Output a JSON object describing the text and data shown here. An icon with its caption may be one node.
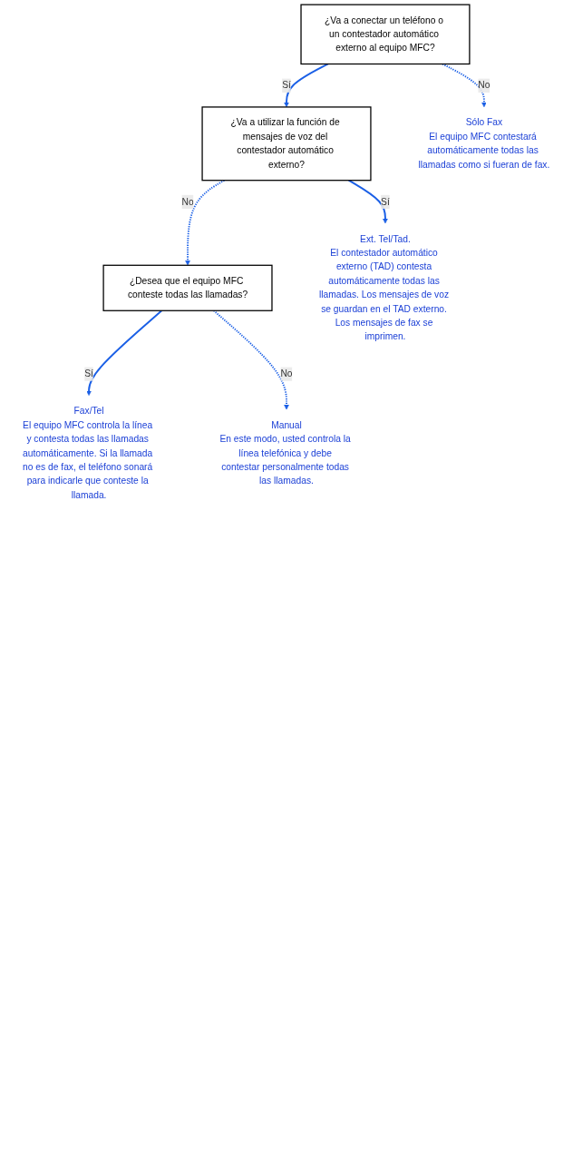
{
  "diagram": {
    "nodes": [
      {
        "text": [
          "¿Va a conectar un teléfono o un contestador automático externo al equipo MFC?"
        ]
      },
      {
        "text": [
          "¿Va a utilizar la función de mensajes de voz del contestador automático externo?"
        ]
      },
      {
        "text": [
          "Sólo Fax",
          "El equipo MFC contestará automáticamente todas las llamadas como si fueran de fax."
        ]
      },
      {
        "text": [
          "¿Desea que el equipo MFC conteste todas las llamadas?"
        ]
      },
      {
        "text": [
          "Fax/Tel",
          "El equipo MFC controla la línea y contesta todas las llamadas automáticamente. Si la llamada no es de fax, el teléfono sonará para indicarle que conteste la llamada."
        ]
      },
      {
        "text": [
          "Manual",
          "En este modo, usted controla la línea telefónica y debe contestar personalmente todas las llamadas."
        ]
      },
      {
        "text": [
          "Ext. Tel/Tad.",
          "El contestador automático externo (TAD) contesta automáticamente todas las llamadas. Los mensajes de voz se guardan en el TAD externo. Los mensajes de fax se imprimen."
        ]
      }
    ],
    "edges": [
      {
        "from": 0,
        "to": 1,
        "arrow": "to",
        "label": "Sí"
      },
      {
        "from": 0,
        "to": 2,
        "arrow": "to",
        "label": "No",
        "style": "dashed"
      },
      {
        "from": 1,
        "to": 3,
        "arrow": "to",
        "label": "No",
        "style": "dashed"
      },
      {
        "from": 1,
        "to": 6,
        "arrow": "to",
        "label": "Sí"
      },
      {
        "from": 3,
        "to": 4,
        "arrow": "to",
        "label": "Sí"
      },
      {
        "from": 3,
        "to": 5,
        "arrow": "to",
        "label": "No",
        "style": "dashed"
      }
    ]
  }
}
